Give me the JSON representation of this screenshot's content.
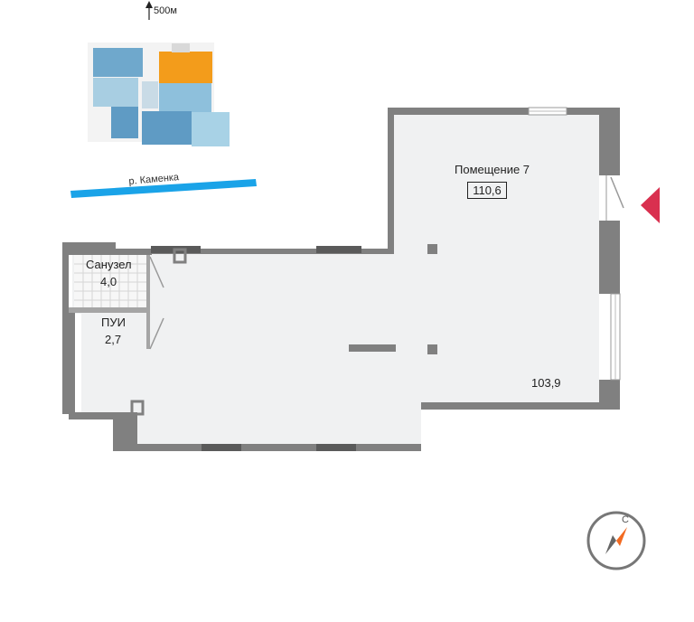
{
  "distance_label": "500м",
  "river_label": "р. Каменка",
  "premise": {
    "title": "Помещение 7",
    "total_area": "110,6",
    "main_area": "103,9"
  },
  "rooms": [
    {
      "name": "Санузел",
      "area": "4,0"
    },
    {
      "name": "ПУИ",
      "area": "2,7"
    }
  ],
  "compass": {
    "north_letter": "С"
  },
  "colors": {
    "wall": "#808080",
    "floor": "#f0f1f2",
    "highlight": "#f39c1b",
    "river": "#1aa3e8",
    "entrance_marker": "#d9304f",
    "compass_needle": "#f26a21"
  }
}
